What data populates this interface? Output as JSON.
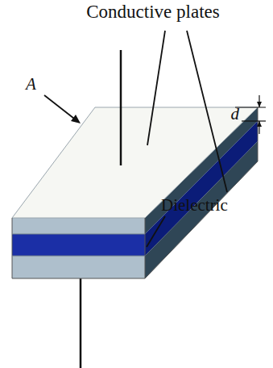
{
  "diagram": {
    "labels": [
      "Conductive plates",
      "A",
      "d",
      "Dielectric"
    ]
  }
}
